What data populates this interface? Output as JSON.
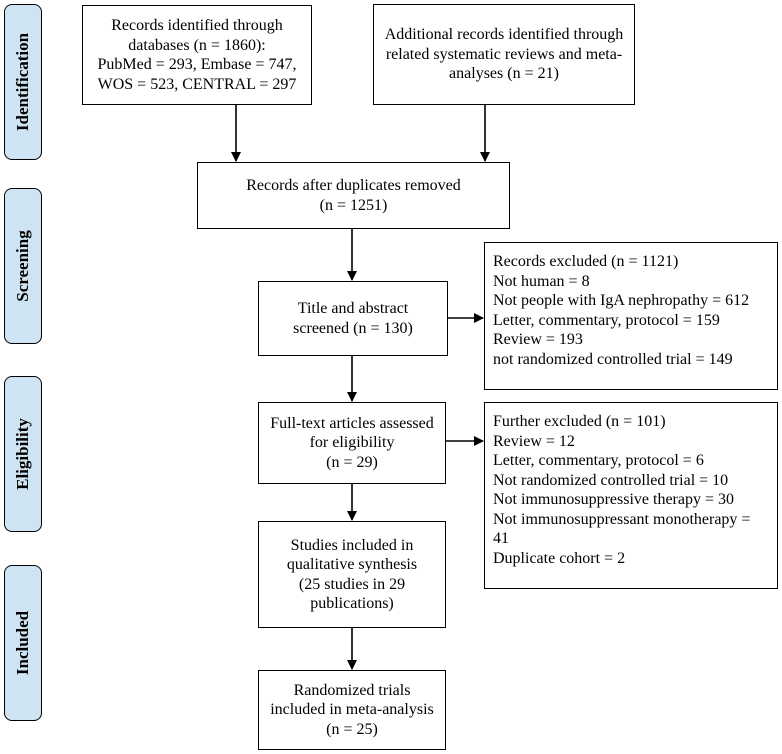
{
  "phases": [
    "Identification",
    "Screening",
    "Eligibility",
    "Included"
  ],
  "boxes": {
    "databases": [
      "Records identified through",
      "databases (n = 1860):",
      "PubMed = 293, Embase = 747,",
      "WOS = 523, CENTRAL = 297"
    ],
    "additional": [
      "Additional records identified through",
      "related systematic reviews and meta-",
      "analyses (n = 21)"
    ],
    "duplicates": [
      "Records after duplicates removed",
      "(n = 1251)"
    ],
    "screened": [
      "Title and abstract",
      "screened (n = 130)"
    ],
    "excluded": [
      "Records excluded (n = 1121)",
      "Not human = 8",
      "Not people with IgA nephropathy = 612",
      "Letter, commentary, protocol = 159",
      "Review = 193",
      "not randomized controlled trial = 149"
    ],
    "fulltext": [
      "Full-text articles assessed",
      "for eligibility",
      "(n = 29)"
    ],
    "further": [
      "Further excluded (n = 101)",
      "Review = 12",
      "Letter, commentary, protocol = 6",
      "Not randomized controlled trial = 10",
      "Not immunosuppressive therapy = 30",
      "Not immunosuppressant monotherapy =",
      "41",
      "Duplicate cohort = 2"
    ],
    "qualitative": [
      "Studies included in",
      "qualitative synthesis",
      "(25 studies in 29",
      "publications)"
    ],
    "meta": [
      "Randomized trials",
      "included in meta-analysis",
      "(n = 25)"
    ]
  }
}
